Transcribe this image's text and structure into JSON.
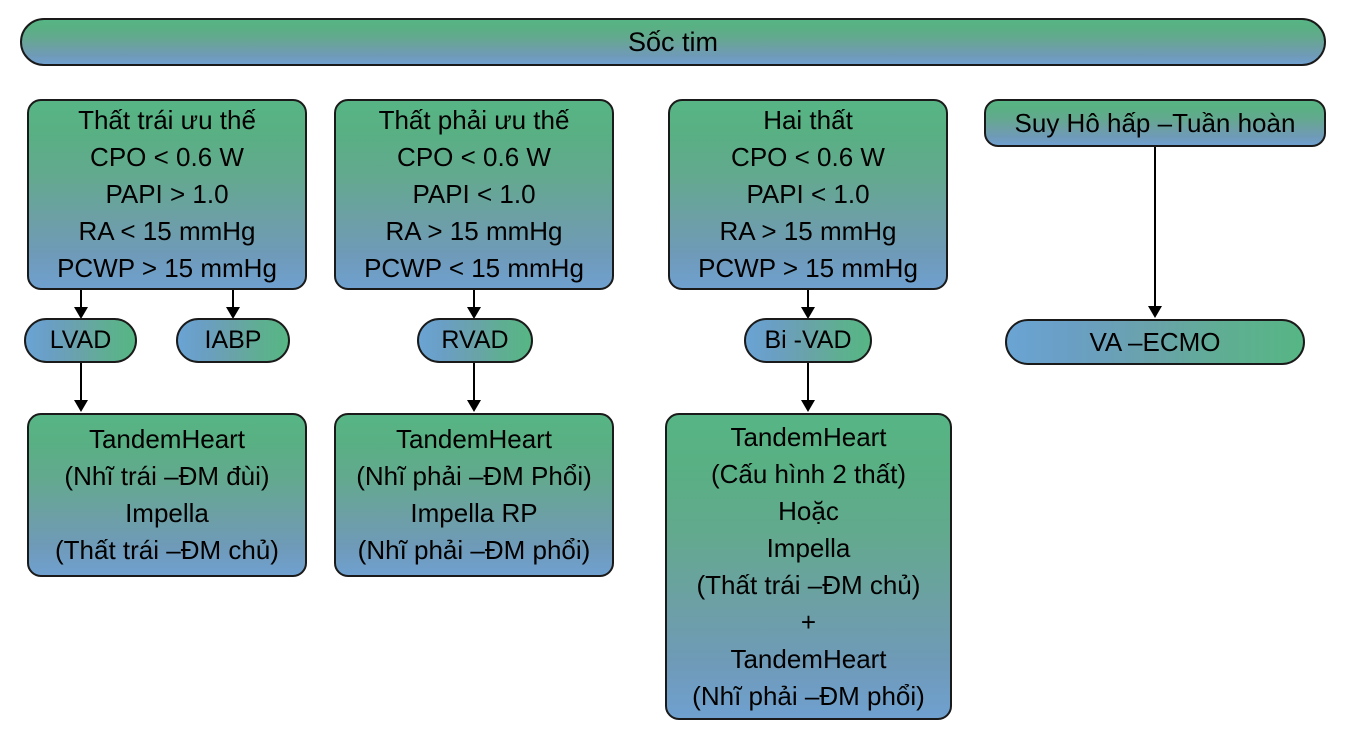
{
  "diagram": {
    "title": "Sốc tim",
    "colors": {
      "gradient_green": "#57b585",
      "gradient_blue": "#6fa0cf",
      "border": "#1a1a1a",
      "arrow": "#000000",
      "background": "#ffffff"
    },
    "root": {
      "label": "Sốc tim"
    },
    "columns": [
      {
        "id": "left-ventricle-dominant",
        "criteria": {
          "heading": "Thất trái ưu thế",
          "lines": [
            "Thất trái ưu thế",
            "CPO < 0.6 W",
            "PAPI > 1.0",
            "RA < 15 mmHg",
            "PCWP > 15 mmHg"
          ]
        },
        "devices": [
          {
            "id": "lvad",
            "label": "LVAD"
          },
          {
            "id": "iabp",
            "label": "IABP"
          }
        ],
        "therapy": {
          "lines": [
            "TandemHeart",
            "(Nhĩ trái –ĐM đùi)",
            "Impella",
            "(Thất trái –ĐM chủ)"
          ]
        }
      },
      {
        "id": "right-ventricle-dominant",
        "criteria": {
          "heading": "Thất phải ưu thế",
          "lines": [
            "Thất phải ưu thế",
            "CPO < 0.6 W",
            "PAPI < 1.0",
            "RA > 15 mmHg",
            "PCWP < 15 mmHg"
          ]
        },
        "devices": [
          {
            "id": "rvad",
            "label": "RVAD"
          }
        ],
        "therapy": {
          "lines": [
            "TandemHeart",
            "(Nhĩ phải –ĐM Phổi)",
            "Impella RP",
            "(Nhĩ phải –ĐM phổi)"
          ]
        }
      },
      {
        "id": "biventricular",
        "criteria": {
          "heading": "Hai thất",
          "lines": [
            "Hai thất",
            "CPO < 0.6 W",
            "PAPI < 1.0",
            "RA > 15 mmHg",
            "PCWP > 15 mmHg"
          ]
        },
        "devices": [
          {
            "id": "bi-vad",
            "label": "Bi -VAD"
          }
        ],
        "therapy": {
          "lines": [
            "TandemHeart",
            "(Cấu hình 2 thất)",
            "Hoặc",
            "Impella",
            "(Thất trái –ĐM chủ)",
            "+",
            "TandemHeart",
            "(Nhĩ phải –ĐM phổi)"
          ]
        }
      },
      {
        "id": "cardiorespiratory-failure",
        "criteria": {
          "heading": "Suy Hô hấp –Tuần hoàn",
          "lines": [
            "Suy Hô hấp –Tuần hoàn"
          ]
        },
        "devices": [
          {
            "id": "va-ecmo",
            "label": "VA –ECMO"
          }
        ],
        "therapy": null
      }
    ]
  }
}
